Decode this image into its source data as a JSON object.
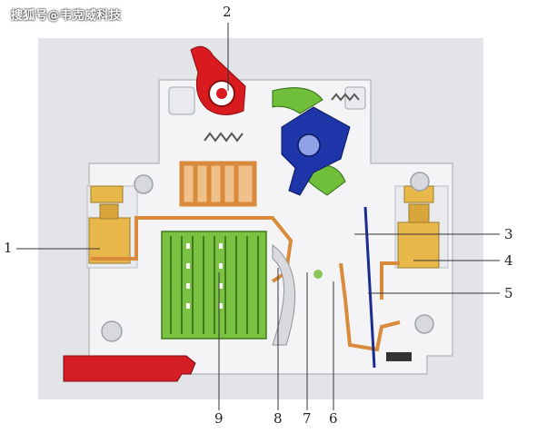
{
  "watermark": "搜狐号@韦克威科技",
  "callouts": {
    "c1": "1",
    "c2": "2",
    "c3": "3",
    "c4": "4",
    "c5": "5",
    "c6": "6",
    "c7": "7",
    "c8": "8",
    "c9": "9"
  },
  "colors": {
    "background_panel": "#e2e4e8",
    "housing": "#f4f4f6",
    "handle": "#d91a1f",
    "latch_green": "#6fbf3a",
    "trip_mechanism_blue": "#1d35a8",
    "copper": "#d98a3a",
    "terminal_yellow": "#e8b94a",
    "arc_chute": "#7cc242",
    "din_clip_red": "#d51d24"
  }
}
